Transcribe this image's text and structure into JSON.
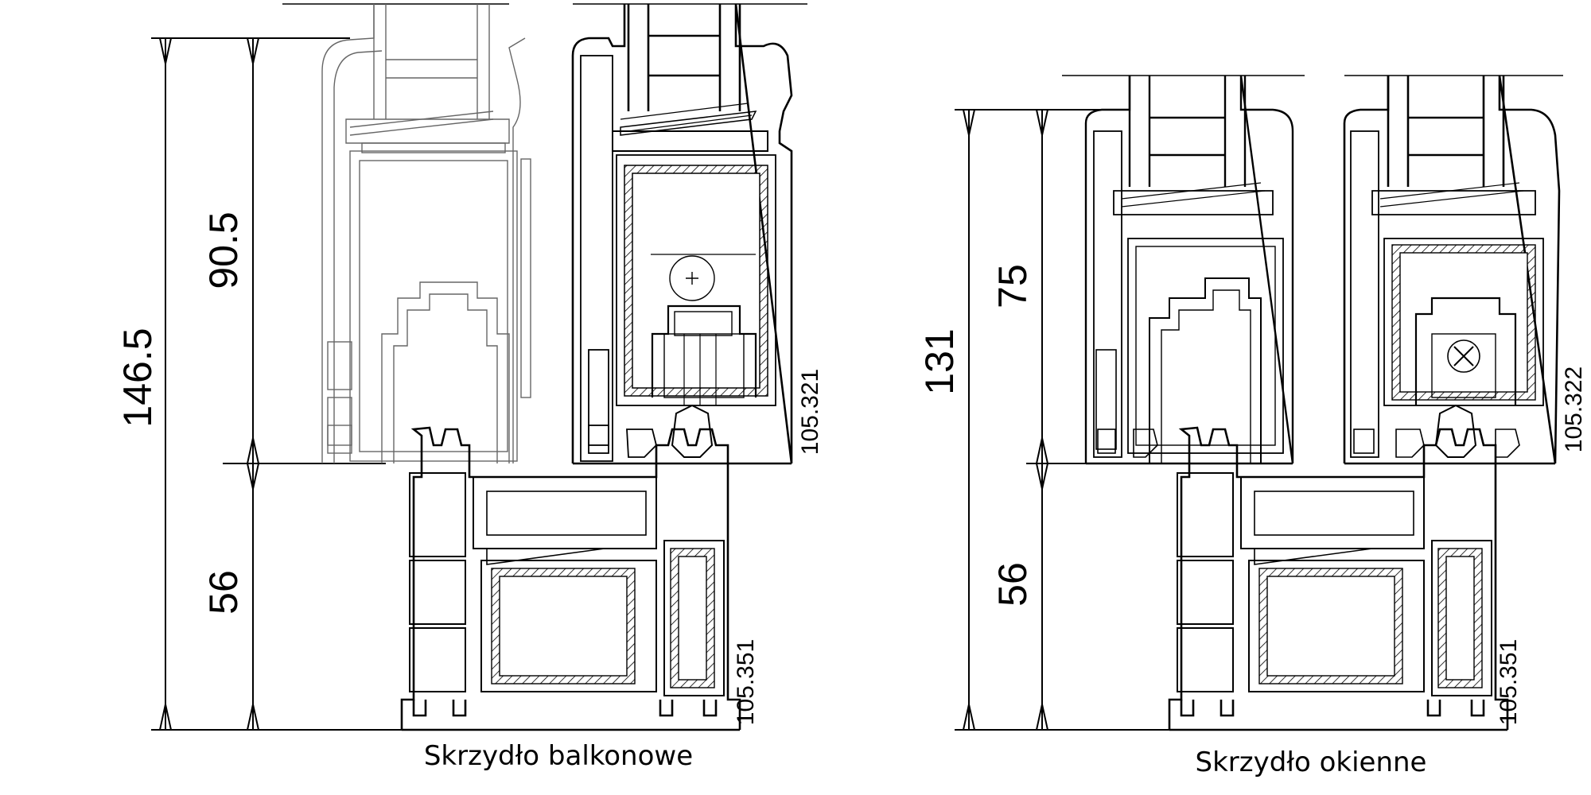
{
  "dimensions": {
    "left_total": "146.5",
    "left_upper": "90.5",
    "left_lower": "56",
    "right_total": "131",
    "right_upper": "75",
    "right_lower": "56"
  },
  "profile_codes": {
    "left_sash": "105.321",
    "left_frame": "105.351",
    "right_sash": "105.322",
    "right_frame": "105.351"
  },
  "captions": {
    "left": "Skrzydło balkonowe",
    "right": "Skrzydło okienne"
  },
  "colors": {
    "line": "#000000",
    "ghost_line": "#555555",
    "background": "#ffffff"
  }
}
